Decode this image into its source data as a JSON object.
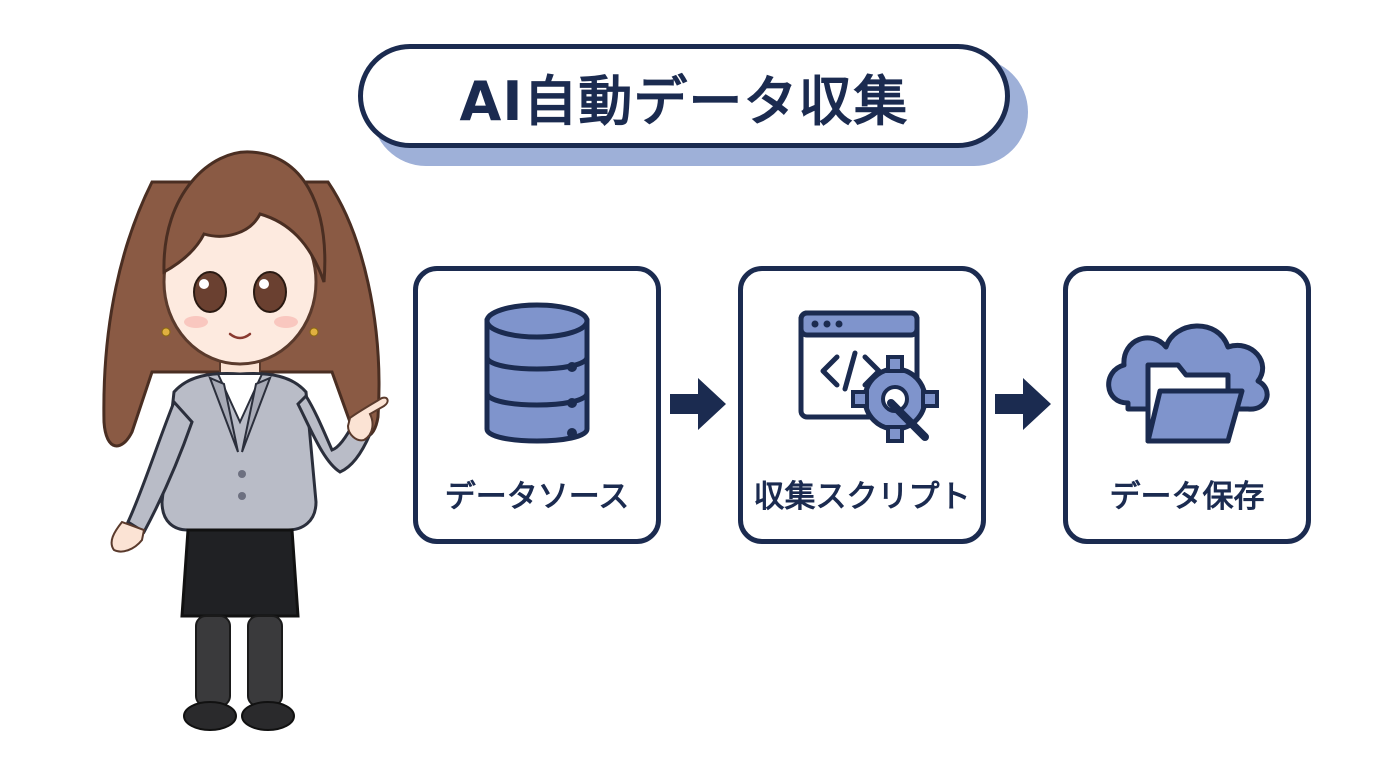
{
  "title": "AI自動データ収集",
  "steps": [
    {
      "label": "データソース",
      "icon": "database-icon"
    },
    {
      "label": "収集スクリプト",
      "icon": "code-window-gear-icon"
    },
    {
      "label": "データ保存",
      "icon": "cloud-folder-icon"
    }
  ],
  "connectors": [
    "arrow-right-icon",
    "arrow-right-icon"
  ],
  "character": {
    "illustration": "businesswoman-pointing"
  },
  "colors": {
    "navy": "#1b2b50",
    "accent_blue": "#7f94cc",
    "title_shadow": "#9eb0d8",
    "background": "#ffffff"
  }
}
